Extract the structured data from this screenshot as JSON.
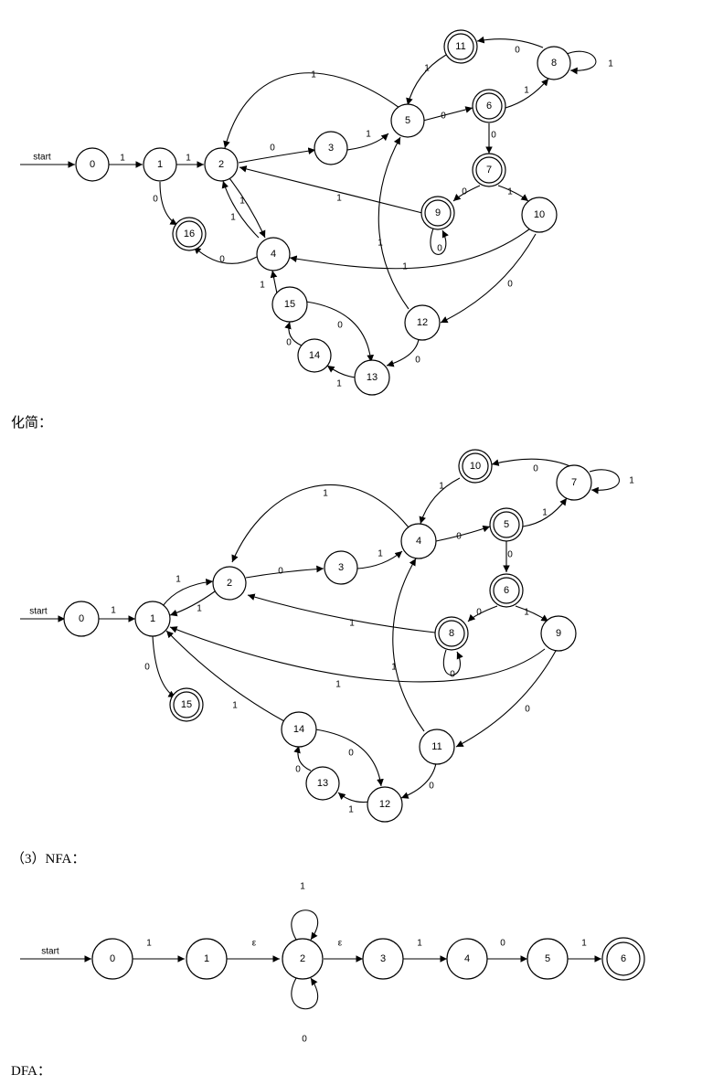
{
  "start_label": "start",
  "captions": {
    "simplify": "化简：",
    "nfa": "（3）NFA：",
    "dfa": "DFA："
  },
  "diagrams": [
    {
      "id": "dfa-original",
      "states": [
        "0",
        "1",
        "2",
        "3",
        "4",
        "5",
        "6",
        "7",
        "8",
        "9",
        "10",
        "11",
        "12",
        "13",
        "14",
        "15",
        "16"
      ],
      "accepting": [
        "6",
        "7",
        "9",
        "11",
        "16"
      ],
      "start": "0",
      "transitions": [
        {
          "from": "0",
          "to": "1",
          "label": "1"
        },
        {
          "from": "1",
          "to": "2",
          "label": "1"
        },
        {
          "from": "1",
          "to": "16",
          "label": "0"
        },
        {
          "from": "2",
          "to": "3",
          "label": "0"
        },
        {
          "from": "2",
          "to": "4",
          "label": "1"
        },
        {
          "from": "3",
          "to": "5",
          "label": "1"
        },
        {
          "from": "4",
          "to": "2",
          "label": "1"
        },
        {
          "from": "4",
          "to": "16",
          "label": "0"
        },
        {
          "from": "5",
          "to": "2",
          "label": "1"
        },
        {
          "from": "5",
          "to": "6",
          "label": "0"
        },
        {
          "from": "6",
          "to": "8",
          "label": "1"
        },
        {
          "from": "6",
          "to": "7",
          "label": "0"
        },
        {
          "from": "8",
          "to": "8",
          "label": "1"
        },
        {
          "from": "8",
          "to": "11",
          "label": "0"
        },
        {
          "from": "11",
          "to": "5",
          "label": "1"
        },
        {
          "from": "7",
          "to": "9",
          "label": "0"
        },
        {
          "from": "7",
          "to": "10",
          "label": "1"
        },
        {
          "from": "9",
          "to": "2",
          "label": "1"
        },
        {
          "from": "9",
          "to": "9",
          "label": "0"
        },
        {
          "from": "10",
          "to": "4",
          "label": "1"
        },
        {
          "from": "10",
          "to": "12",
          "label": "0"
        },
        {
          "from": "12",
          "to": "5",
          "label": "1"
        },
        {
          "from": "12",
          "to": "13",
          "label": "0"
        },
        {
          "from": "13",
          "to": "14",
          "label": "1"
        },
        {
          "from": "14",
          "to": "15",
          "label": "0"
        },
        {
          "from": "15",
          "to": "4",
          "label": "1"
        },
        {
          "from": "15",
          "to": "13",
          "label": "0"
        }
      ]
    },
    {
      "id": "dfa-minimized",
      "states": [
        "0",
        "1",
        "2",
        "3",
        "4",
        "5",
        "6",
        "7",
        "8",
        "9",
        "10",
        "11",
        "12",
        "13",
        "14",
        "15"
      ],
      "accepting": [
        "5",
        "6",
        "8",
        "10",
        "15"
      ],
      "start": "0",
      "transitions": [
        {
          "from": "0",
          "to": "1",
          "label": "1"
        },
        {
          "from": "1",
          "to": "2",
          "label": "1"
        },
        {
          "from": "2",
          "to": "1",
          "label": "1"
        },
        {
          "from": "1",
          "to": "15",
          "label": "0"
        },
        {
          "from": "2",
          "to": "3",
          "label": "0"
        },
        {
          "from": "3",
          "to": "4",
          "label": "1"
        },
        {
          "from": "4",
          "to": "2",
          "label": "1"
        },
        {
          "from": "4",
          "to": "5",
          "label": "0"
        },
        {
          "from": "5",
          "to": "7",
          "label": "1"
        },
        {
          "from": "5",
          "to": "6",
          "label": "0"
        },
        {
          "from": "7",
          "to": "7",
          "label": "1"
        },
        {
          "from": "7",
          "to": "10",
          "label": "0"
        },
        {
          "from": "10",
          "to": "4",
          "label": "1"
        },
        {
          "from": "6",
          "to": "8",
          "label": "0"
        },
        {
          "from": "6",
          "to": "9",
          "label": "1"
        },
        {
          "from": "8",
          "to": "2",
          "label": "1"
        },
        {
          "from": "8",
          "to": "8",
          "label": "0"
        },
        {
          "from": "9",
          "to": "1",
          "label": "1"
        },
        {
          "from": "9",
          "to": "11",
          "label": "0"
        },
        {
          "from": "11",
          "to": "4",
          "label": "1"
        },
        {
          "from": "11",
          "to": "12",
          "label": "0"
        },
        {
          "from": "12",
          "to": "13",
          "label": "1"
        },
        {
          "from": "13",
          "to": "14",
          "label": "0"
        },
        {
          "from": "14",
          "to": "1",
          "label": "1"
        },
        {
          "from": "14",
          "to": "12",
          "label": "0"
        }
      ]
    },
    {
      "id": "nfa",
      "states": [
        "0",
        "1",
        "2",
        "3",
        "4",
        "5",
        "6"
      ],
      "accepting": [
        "6"
      ],
      "start": "0",
      "transitions": [
        {
          "from": "0",
          "to": "1",
          "label": "1"
        },
        {
          "from": "1",
          "to": "2",
          "label": "ε"
        },
        {
          "from": "2",
          "to": "2",
          "label": "1"
        },
        {
          "from": "2",
          "to": "2",
          "label": "0"
        },
        {
          "from": "2",
          "to": "3",
          "label": "ε"
        },
        {
          "from": "3",
          "to": "4",
          "label": "1"
        },
        {
          "from": "4",
          "to": "5",
          "label": "0"
        },
        {
          "from": "5",
          "to": "6",
          "label": "1"
        }
      ]
    }
  ]
}
